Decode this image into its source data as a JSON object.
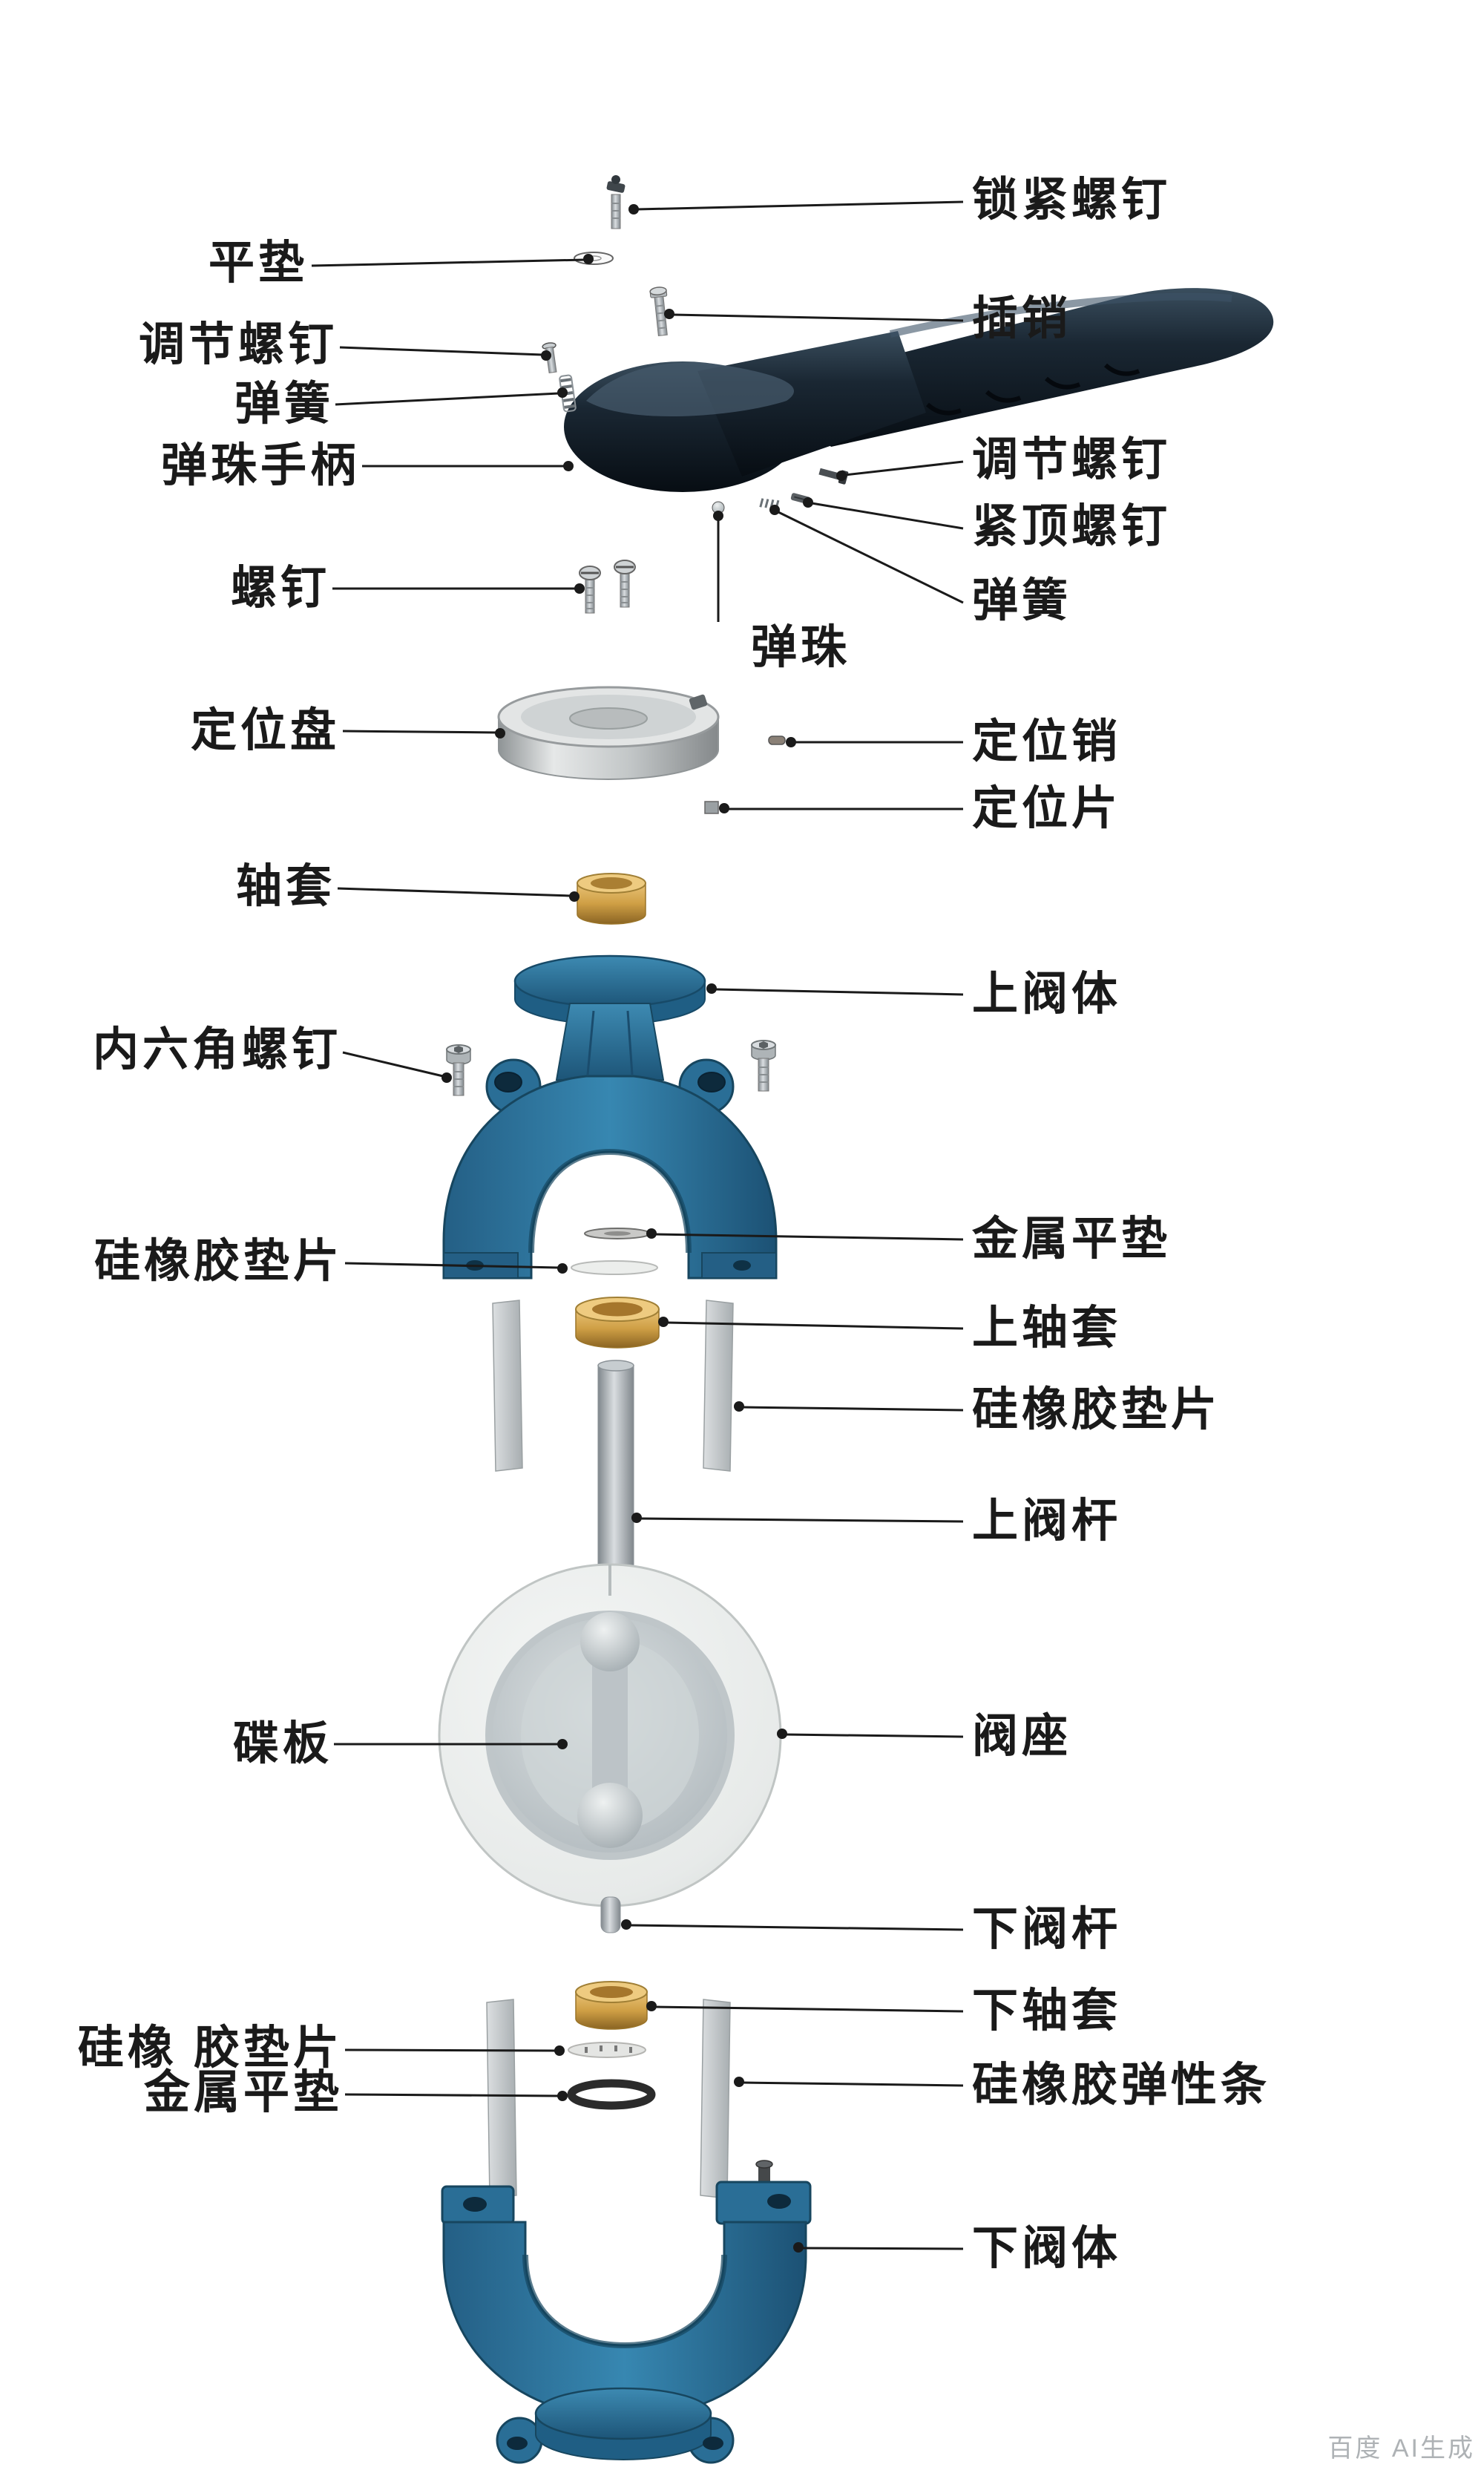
{
  "diagram": {
    "type": "exploded-parts-diagram",
    "subject": "butterfly-valve-exploded-view",
    "watermark": "百度 AI生成"
  },
  "colors": {
    "background": "#ffffff",
    "label_text": "#1a1a1a",
    "leader_line": "#1a1a1a",
    "valve_body_blue": "#2a6e96",
    "valve_body_blue_dark": "#17465f",
    "brass": "#cf9f45",
    "handle_dark": "#16222c",
    "seat_grey": "#e9ebea",
    "metal_silver": "#b9bec1"
  },
  "labels": {
    "left": [
      {
        "text": "平垫"
      },
      {
        "text": "调节螺钉"
      },
      {
        "text": "弹簧"
      },
      {
        "text": "弹珠手柄"
      },
      {
        "text": "螺钉"
      },
      {
        "text": "定位盘"
      },
      {
        "text": "轴套"
      },
      {
        "text": "内六角螺钉"
      },
      {
        "text": "硅橡胶垫片"
      },
      {
        "text": "碟板"
      },
      {
        "text": "硅橡 胶垫片"
      },
      {
        "text": "金属平垫"
      }
    ],
    "center": [
      {
        "text": "弹珠"
      }
    ],
    "right": [
      {
        "text": "锁紧螺钉"
      },
      {
        "text": "插销"
      },
      {
        "text": "调节螺钉"
      },
      {
        "text": "紧顶螺钉"
      },
      {
        "text": "弹簧"
      },
      {
        "text": "定位销"
      },
      {
        "text": "定位片"
      },
      {
        "text": "上阀体"
      },
      {
        "text": "金属平垫"
      },
      {
        "text": "上轴套"
      },
      {
        "text": "硅橡胶垫片"
      },
      {
        "text": "上阀杆"
      },
      {
        "text": "阀座"
      },
      {
        "text": "下阀杆"
      },
      {
        "text": "下轴套"
      },
      {
        "text": "硅橡胶弹性条"
      },
      {
        "text": "下阀体"
      }
    ]
  }
}
